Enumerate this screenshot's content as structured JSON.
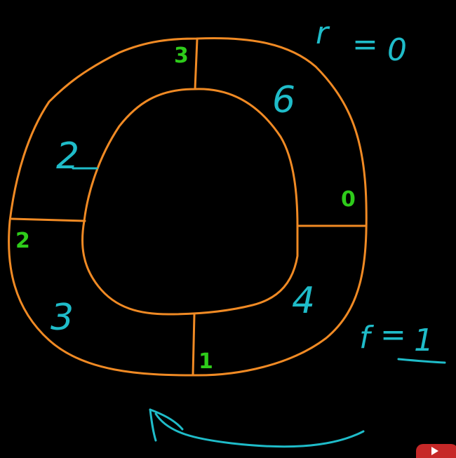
{
  "colors": {
    "background": "#000000",
    "ring_stroke": "#f08a24",
    "index_label": "#2ecc1a",
    "handwriting": "#1fbcc9",
    "badge": "#c62828"
  },
  "slot_indices": [
    "3",
    "0",
    "1",
    "2"
  ],
  "slot_values": [
    "6",
    "4",
    "3",
    "2"
  ],
  "annotations": {
    "rear_var": "r",
    "rear_val": "0",
    "front_var": "f",
    "front_val": "1",
    "equals": "="
  },
  "icons": {
    "direction_arrow": "counterclockwise-arrow-icon",
    "video_badge": "youtube-play-icon"
  }
}
